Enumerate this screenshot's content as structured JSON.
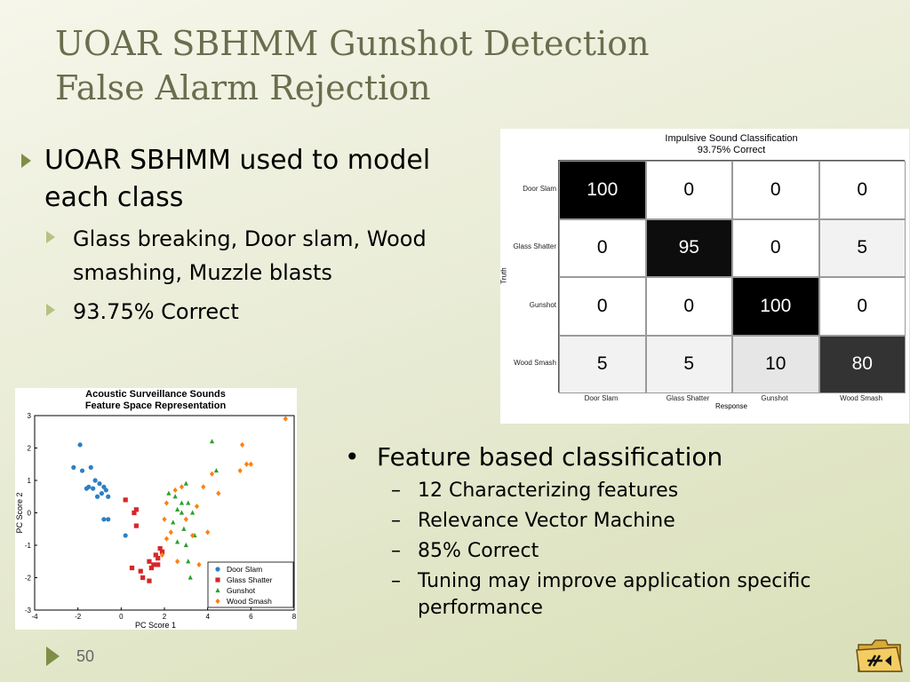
{
  "slide": {
    "title_line1": "UOAR SBHMM Gunshot Detection",
    "title_line2": "False Alarm Rejection",
    "bullet_main": "UOAR SBHMM used to model each class",
    "sub_bullets": [
      "Glass breaking, Door slam, Wood smashing, Muzzle blasts",
      "93.75% Correct"
    ],
    "right_main": "Feature based classification",
    "right_bullet_glyph": "•",
    "right_dash_glyph": "–",
    "right_sub": [
      "12 Characterizing features",
      "Relevance Vector Machine",
      "85% Correct",
      "Tuning may improve application specific performance"
    ],
    "page_number": "50"
  },
  "chart_data": [
    {
      "type": "heatmap",
      "title": "Impulsive Sound Classification",
      "subtitle": "93.75% Correct",
      "xlabel": "Response",
      "ylabel": "Truth",
      "rows": [
        "Door Slam",
        "Glass Shatter",
        "Gunshot",
        "Wood Smash"
      ],
      "columns": [
        "Door Slam",
        "Glass Shatter",
        "Gunshot",
        "Wood Smash"
      ],
      "values": [
        [
          100,
          0,
          0,
          0
        ],
        [
          0,
          95,
          0,
          5
        ],
        [
          0,
          0,
          100,
          0
        ],
        [
          5,
          5,
          10,
          80
        ]
      ]
    },
    {
      "type": "scatter",
      "title": "Acoustic Surveillance Sounds",
      "subtitle": "Feature Space Representation",
      "xlabel": "PC Score 1",
      "ylabel": "PC Score 2",
      "xlim": [
        -4,
        8
      ],
      "ylim": [
        -3,
        3
      ],
      "xticks": [
        -4,
        -2,
        0,
        2,
        4,
        6,
        8
      ],
      "yticks": [
        -3,
        -2,
        -1,
        0,
        1,
        2,
        3
      ],
      "legend_position": "bottom-right",
      "series": [
        {
          "name": "Door Slam",
          "color": "#2e7fc3",
          "marker": "circle",
          "points": [
            [
              -1.9,
              2.1
            ],
            [
              -2.2,
              1.4
            ],
            [
              -1.8,
              1.3
            ],
            [
              -1.4,
              1.4
            ],
            [
              -1.2,
              1.0
            ],
            [
              -1.5,
              0.8
            ],
            [
              -1.3,
              0.75
            ],
            [
              -1.0,
              0.9
            ],
            [
              -0.8,
              0.8
            ],
            [
              -0.9,
              0.6
            ],
            [
              -0.7,
              0.7
            ],
            [
              -0.6,
              0.5
            ],
            [
              -1.1,
              0.5
            ],
            [
              -0.8,
              -0.2
            ],
            [
              -0.6,
              -0.2
            ],
            [
              0.2,
              -0.7
            ],
            [
              -1.6,
              0.75
            ]
          ]
        },
        {
          "name": "Glass Shatter",
          "color": "#d62728",
          "marker": "square",
          "points": [
            [
              0.2,
              0.4
            ],
            [
              0.6,
              0.0
            ],
            [
              0.7,
              0.1
            ],
            [
              0.7,
              -0.4
            ],
            [
              0.5,
              -1.7
            ],
            [
              0.9,
              -1.8
            ],
            [
              1.0,
              -2.0
            ],
            [
              1.3,
              -1.5
            ],
            [
              1.4,
              -1.7
            ],
            [
              1.5,
              -1.6
            ],
            [
              1.6,
              -1.3
            ],
            [
              1.7,
              -1.4
            ],
            [
              1.8,
              -1.1
            ],
            [
              1.9,
              -1.2
            ],
            [
              1.3,
              -2.1
            ],
            [
              1.7,
              -1.6
            ]
          ]
        },
        {
          "name": "Gunshot",
          "color": "#2ca02c",
          "marker": "triangle",
          "points": [
            [
              2.2,
              0.6
            ],
            [
              2.5,
              0.5
            ],
            [
              2.8,
              0.3
            ],
            [
              3.0,
              0.9
            ],
            [
              2.6,
              0.1
            ],
            [
              2.4,
              -0.3
            ],
            [
              3.1,
              0.3
            ],
            [
              3.3,
              0.0
            ],
            [
              2.9,
              -0.5
            ],
            [
              2.6,
              -0.9
            ],
            [
              3.4,
              -0.7
            ],
            [
              3.1,
              -1.5
            ],
            [
              3.2,
              -2.0
            ],
            [
              4.2,
              2.2
            ],
            [
              4.4,
              1.3
            ],
            [
              2.8,
              0.0
            ],
            [
              3.0,
              -1.0
            ]
          ]
        },
        {
          "name": "Wood Smash",
          "color": "#ff7f0e",
          "marker": "diamond",
          "points": [
            [
              2.0,
              -0.2
            ],
            [
              2.1,
              0.3
            ],
            [
              2.3,
              -0.6
            ],
            [
              2.1,
              -0.8
            ],
            [
              2.5,
              0.7
            ],
            [
              2.8,
              0.8
            ],
            [
              3.0,
              -0.2
            ],
            [
              3.3,
              -0.7
            ],
            [
              3.5,
              0.2
            ],
            [
              3.6,
              -1.6
            ],
            [
              3.8,
              0.8
            ],
            [
              4.2,
              1.2
            ],
            [
              4.5,
              0.6
            ],
            [
              5.5,
              1.3
            ],
            [
              5.8,
              1.5
            ],
            [
              5.6,
              2.1
            ],
            [
              6.0,
              1.5
            ],
            [
              7.6,
              2.9
            ],
            [
              1.9,
              -1.3
            ],
            [
              2.6,
              -1.5
            ],
            [
              4.0,
              -0.6
            ]
          ]
        }
      ]
    }
  ]
}
